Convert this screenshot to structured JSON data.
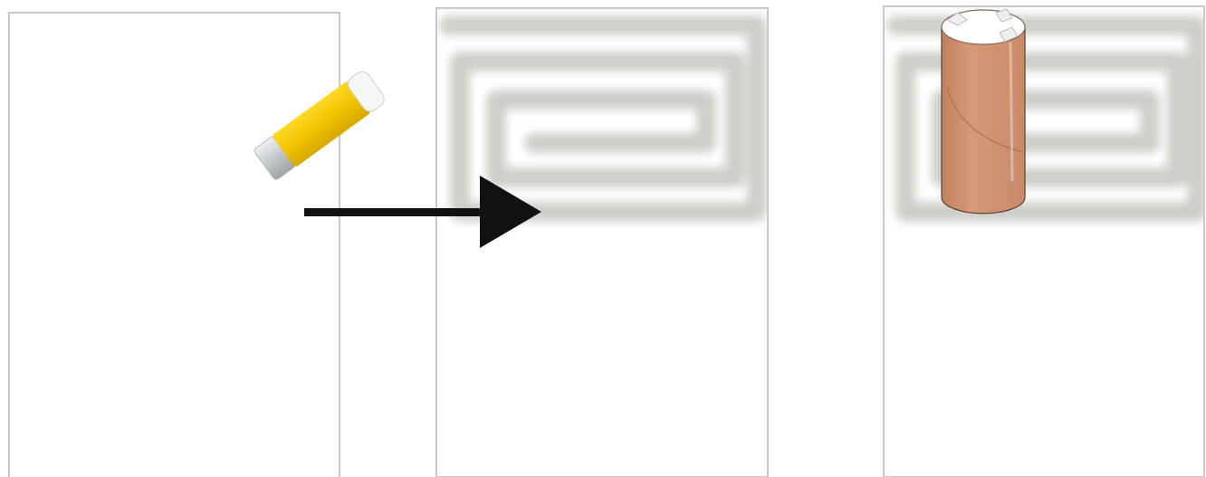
{
  "diagram": {
    "panels": [
      {
        "id": "panel-1",
        "content": "blank-paper"
      },
      {
        "id": "panel-2",
        "content": "paper-with-glue-spiral"
      },
      {
        "id": "panel-3",
        "content": "paper-with-glue-and-tube"
      }
    ],
    "objects": {
      "glue_stick": "glue-stick-icon",
      "arrow": "right-arrow-icon",
      "tube": "cardboard-tube-icon"
    },
    "colors": {
      "paper_fill": "#ffffff",
      "paper_border": "#c8c8ca",
      "glue_smear": "#cfcfc9",
      "glue_stick_body": "#f0c000",
      "glue_stick_cap": "#f4f4f4",
      "glue_stick_base": "#c8ccd0",
      "arrow": "#111111",
      "tube_body": "#cf9271",
      "tube_top": "#ffffff",
      "tube_outline": "#5a4030"
    }
  }
}
